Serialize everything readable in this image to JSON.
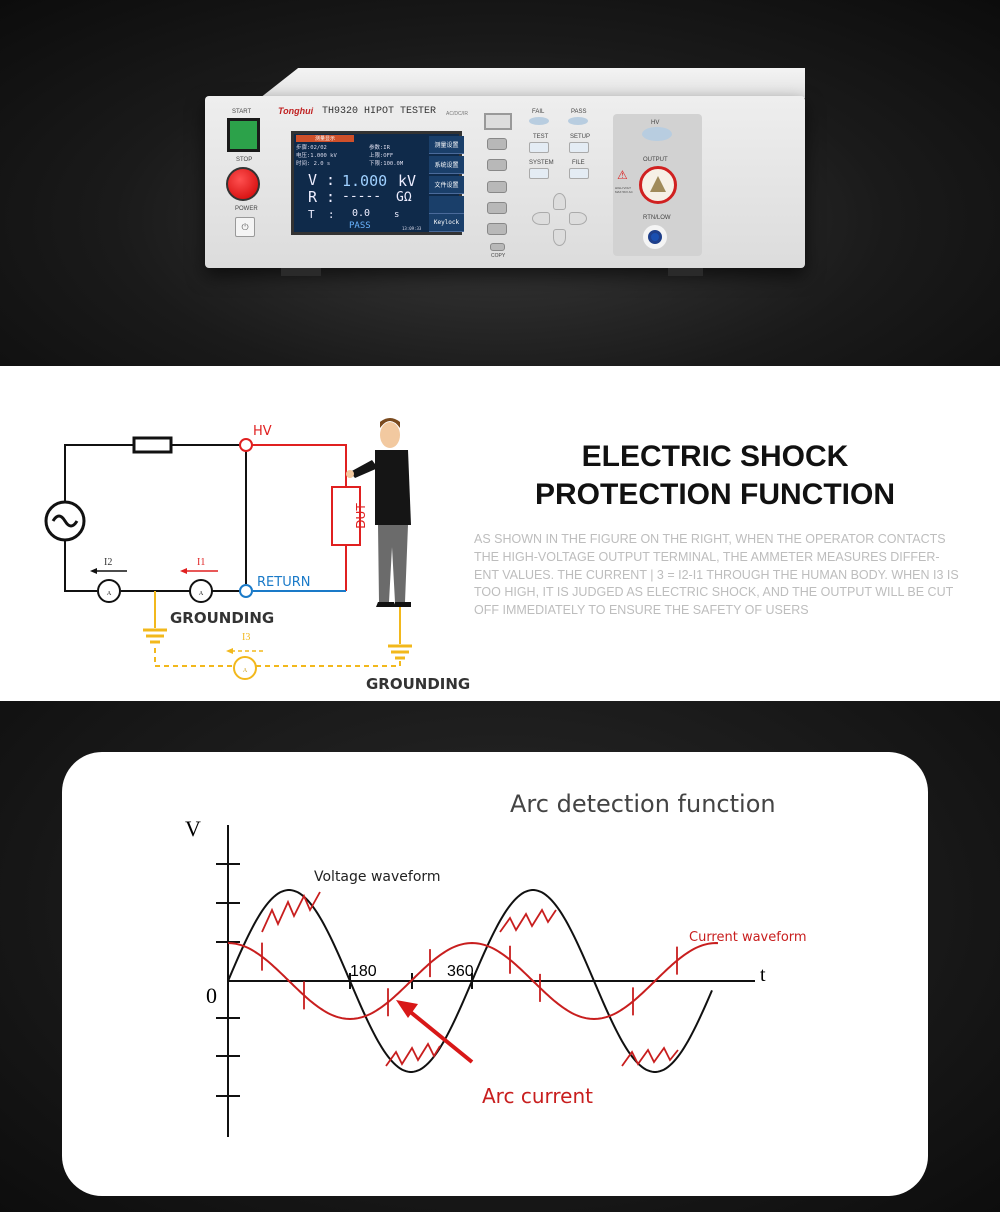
{
  "device": {
    "brand": "Tonghui",
    "model_title": "TH9320 HIPOT TESTER",
    "mode_badge": "AC/DC/IR",
    "labels": {
      "start": "START",
      "stop": "STOP",
      "power": "POWER",
      "fail": "FAIL",
      "pass": "PASS",
      "test": "TEST",
      "setup": "SETUP",
      "system": "SYSTEM",
      "file": "FILE",
      "copy": "COPY",
      "hv": "HV",
      "output": "OUTPUT",
      "warning": "HIGH VOLT MAX 5KV AC",
      "rtn": "RTN/LOW"
    },
    "screen": {
      "header": "测量显示",
      "step": "步骤:02/02",
      "voltage": "电压:1.000 kV",
      "time": "时间:  2.0 s",
      "param": "参数:IR",
      "upper": "上限:OFF",
      "lower": "下限:100.0M",
      "v_label": "V",
      "v_value": "1.000",
      "v_unit": "kV",
      "r_label": "R",
      "r_value": "-----",
      "r_unit": "GΩ",
      "t_label": "T",
      "t_value": "0.0",
      "t_unit": "s",
      "status": "PASS",
      "clock": "13:09:33",
      "softkeys": [
        "测量设置",
        "系统设置",
        "文件设置",
        "",
        "Keylock"
      ]
    }
  },
  "shock": {
    "title_line1": "ELECTRIC SHOCK",
    "title_line2": "PROTECTION FUNCTION",
    "description": "AS SHOWN IN THE FIGURE ON THE RIGHT, WHEN THE OPERATOR CONTACTS THE HIGH-VOLTAGE OUTPUT TERMINAL, THE AMMETER MEASURES DIFFER-ENT VALUES. THE CURRENT | 3 = I2-I1 THROUGH THE HUMAN BODY. WHEN I3 IS TOO HIGH, IT IS JUDGED AS ELECTRIC SHOCK, AND THE OUTPUT WILL BE CUT OFF IMMEDIATELY TO ENSURE THE SAFETY OF USERS",
    "circuit": {
      "hv": "HV",
      "return": "RETURN",
      "dut": "DUT",
      "grounding_left": "GROUNDING",
      "grounding_right": "GROUNDING",
      "i1": "I1",
      "i2": "I2",
      "i3": "I3",
      "ammeter": "A"
    },
    "colors": {
      "hv": "#e02020",
      "return": "#1a7ac8",
      "ground": "#f2b81c"
    }
  },
  "arc": {
    "title": "Arc detection function",
    "y_axis": "V",
    "x_axis": "t",
    "origin": "0",
    "tick_180": "180",
    "tick_360": "360",
    "voltage_label": "Voltage waveform",
    "current_label": "Current waveform",
    "arc_label": "Arc current",
    "colors": {
      "voltage": "#111111",
      "current": "#c81e1e"
    }
  }
}
